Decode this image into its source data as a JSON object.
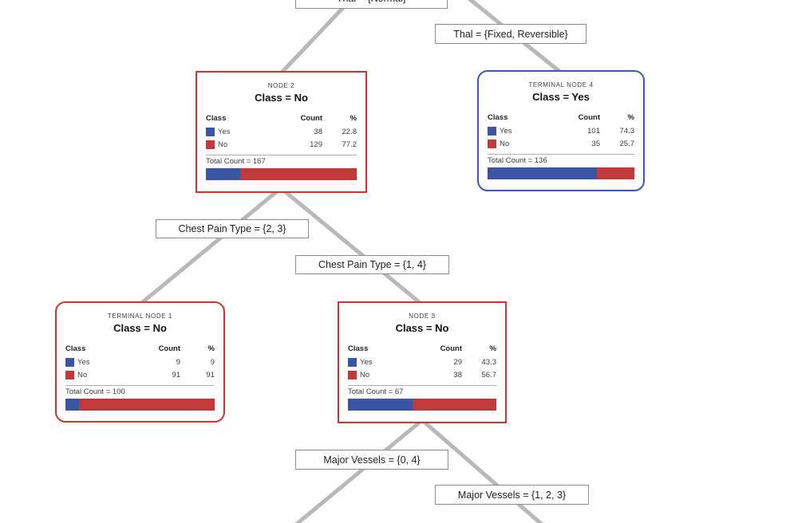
{
  "diagram_type": "decision-tree",
  "colors": {
    "yes_class": "#3B54A4",
    "no_class": "#C03A3C",
    "node_border_no": "#D23230",
    "node_border_yes": "#3A57B8",
    "edge": "#B8B8B8",
    "label_border": "#8C8C8C"
  },
  "table_header": {
    "class": "Class",
    "count": "Count",
    "percent": "%"
  },
  "edge_labels": {
    "thal_normal": "Thal = {Normal}",
    "thal_fixed_reversible": "Thal = {Fixed, Reversible}",
    "chest_pain_2_3": "Chest Pain Type = {2, 3}",
    "chest_pain_1_4": "Chest Pain Type = {1, 4}",
    "major_vessels_0_4": "Major Vessels = {0, 4}",
    "major_vessels_1_2_3": "Major Vessels = {1, 2, 3}"
  },
  "nodes": [
    {
      "title": "NODE 2",
      "class_assignment": "Class = No",
      "rows": [
        {
          "class": "Yes",
          "count": "38",
          "percent": "22.8"
        },
        {
          "class": "No",
          "count": "129",
          "percent": "77.2"
        }
      ],
      "total": "Total Count = 167",
      "bar": {
        "yes_width": "22.8%"
      }
    },
    {
      "title": "TERMINAL NODE 4",
      "class_assignment": "Class = Yes",
      "rows": [
        {
          "class": "Yes",
          "count": "101",
          "percent": "74.3"
        },
        {
          "class": "No",
          "count": "35",
          "percent": "25.7"
        }
      ],
      "total": "Total Count = 136",
      "bar": {
        "yes_width": "74.3%"
      }
    },
    {
      "title": "TERMINAL NODE 1",
      "class_assignment": "Class = No",
      "rows": [
        {
          "class": "Yes",
          "count": "9",
          "percent": "9"
        },
        {
          "class": "No",
          "count": "91",
          "percent": "91"
        }
      ],
      "total": "Total Count = 100",
      "bar": {
        "yes_width": "9%"
      }
    },
    {
      "title": "NODE 3",
      "class_assignment": "Class = No",
      "rows": [
        {
          "class": "Yes",
          "count": "29",
          "percent": "43.3"
        },
        {
          "class": "No",
          "count": "38",
          "percent": "56.7"
        }
      ],
      "total": "Total Count = 67",
      "bar": {
        "yes_width": "43.3%"
      }
    }
  ]
}
